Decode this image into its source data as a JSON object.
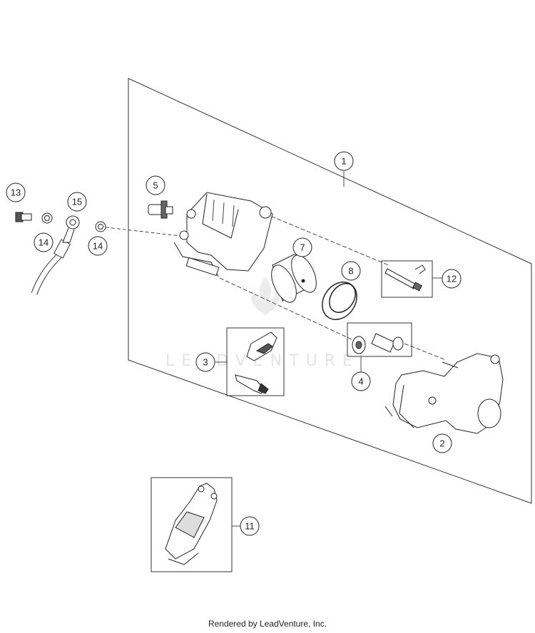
{
  "callouts": [
    "1",
    "2",
    "3",
    "4",
    "5",
    "7",
    "8",
    "11",
    "12",
    "13",
    "14",
    "14",
    "15"
  ],
  "watermark": "LEADVENTURE",
  "footer": "Rendered by LeadVenture, Inc."
}
